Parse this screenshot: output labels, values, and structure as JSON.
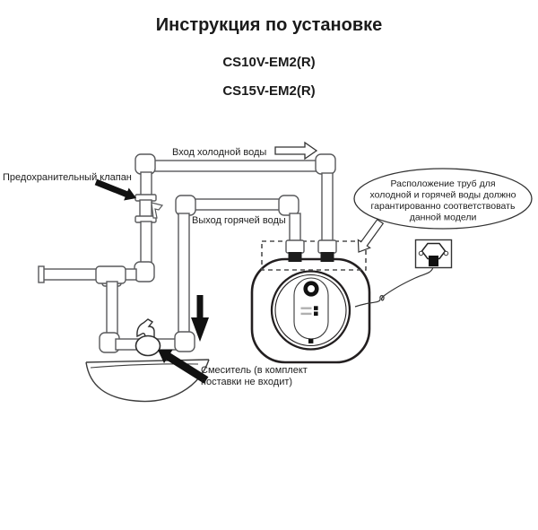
{
  "header": {
    "title": "Инструкция по установке",
    "model_1": "CS10V-EM2(R)",
    "model_2": "CS15V-EM2(R)"
  },
  "diagram": {
    "safety_valve_label": "Предохранительный клапан",
    "cold_inlet_label": "Вход холодной воды",
    "hot_outlet_label": "Выход горячей воды",
    "mixer_label_line1": "Смеситель (в комплект",
    "mixer_label_line2": "поставки не входит)",
    "callout_line1": "Расположение труб для",
    "callout_line2": "холодной и горячей воды должно",
    "callout_line3": "гарантированно соответствовать",
    "callout_line4": "данной модели",
    "colors": {
      "ink": "#231f20",
      "pipe_outline": "#58595b",
      "arrow_fill": "#111111",
      "background": "#ffffff"
    }
  }
}
